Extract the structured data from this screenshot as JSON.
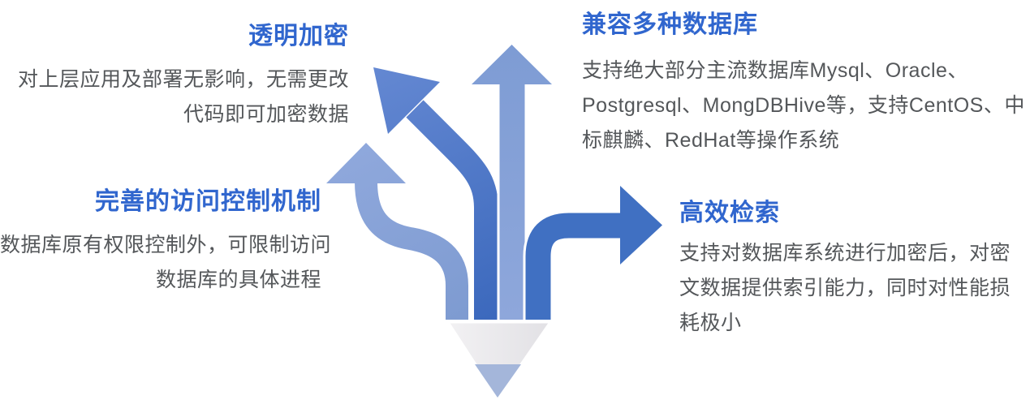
{
  "page": {
    "background": "#ffffff"
  },
  "colors": {
    "page_bg": "#ffffff",
    "accent_heading": "#3066CE",
    "body_text": "#54575A",
    "arrow_light_start": "#8FA8DC",
    "arrow_light_end": "#7E9BD1",
    "arrow_diag_start": "#6488D2",
    "arrow_diag_end": "#3C69BD",
    "arrow_mid_start": "#7E9CD4",
    "arrow_mid_end": "#8EA7DB",
    "arrow_dark": "#4070C2",
    "pencil_wood_light": "#F2F1F3",
    "pencil_wood_dark": "#E2E1E5",
    "pencil_lead": "#A4B6DA",
    "outline_white": "#FFFFFF"
  },
  "icons": {
    "graphic": "pencil-branching-arrows-icon",
    "arrow_curved": "arrow-curve-up-icon",
    "arrow_diagonal": "arrow-up-left-icon",
    "arrow_straight": "arrow-up-icon",
    "arrow_right": "arrow-right-icon",
    "pencil": "pencil-icon"
  },
  "features": {
    "transparent_encryption": {
      "title": "透明加密",
      "lines": [
        "对上层应用及部署无影响，无需更改",
        "代码即可加密数据"
      ]
    },
    "multi_database": {
      "title": "兼容多种数据库",
      "lines": [
        "支持绝大部分主流数据库Mysql、Oracle、",
        "Postgresql、MongDBHive等，支持CentOS、中",
        "标麒麟、RedHat等操作系统"
      ]
    },
    "access_control": {
      "title": "完善的访问控制机制",
      "lines": [
        "数据库原有权限控制外，可限制访问",
        "数据库的具体进程"
      ]
    },
    "efficient_search": {
      "title": "高效检索",
      "lines": [
        "支持对数据库系统进行加密后，对密",
        "文数据提供索引能力，同时对性能损",
        "耗极小"
      ]
    }
  }
}
